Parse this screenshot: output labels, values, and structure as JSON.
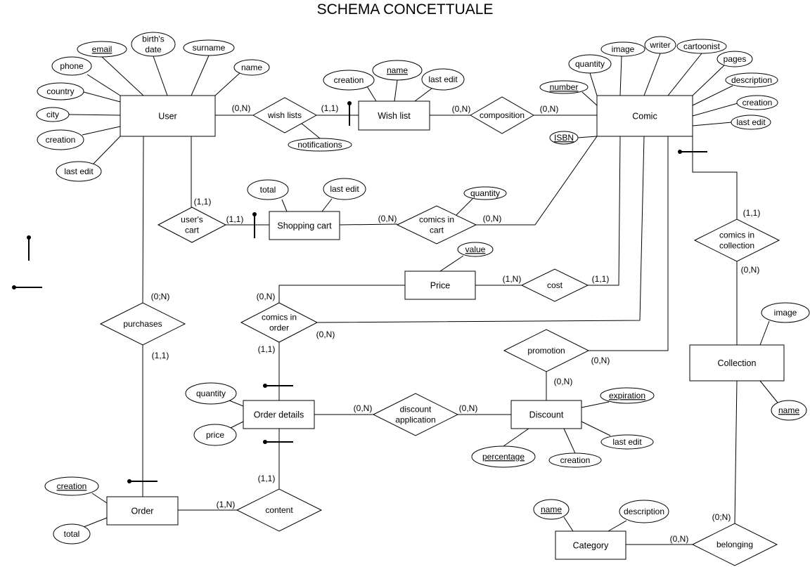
{
  "title": "SCHEMA CONCETTUALE",
  "entities": [
    {
      "id": "user",
      "label": "User"
    },
    {
      "id": "wishlist",
      "label": "Wish list"
    },
    {
      "id": "comic",
      "label": "Comic"
    },
    {
      "id": "shoppingcart",
      "label": "Shopping cart"
    },
    {
      "id": "price",
      "label": "Price"
    },
    {
      "id": "orderdetails",
      "label": "Order details"
    },
    {
      "id": "discount",
      "label": "Discount"
    },
    {
      "id": "order",
      "label": "Order"
    },
    {
      "id": "category",
      "label": "Category"
    },
    {
      "id": "collection",
      "label": "Collection"
    }
  ],
  "relationships": [
    {
      "id": "wishlists",
      "label": [
        "wish lists"
      ]
    },
    {
      "id": "composition",
      "label": [
        "composition"
      ]
    },
    {
      "id": "userscart",
      "label": [
        "user's",
        "cart"
      ]
    },
    {
      "id": "comicsincart",
      "label": [
        "comics in",
        "cart"
      ]
    },
    {
      "id": "cost",
      "label": [
        "cost"
      ]
    },
    {
      "id": "comicsinorder",
      "label": [
        "comics in",
        "order"
      ]
    },
    {
      "id": "purchases",
      "label": [
        "purchases"
      ]
    },
    {
      "id": "promotion",
      "label": [
        "promotion"
      ]
    },
    {
      "id": "discountapplication",
      "label": [
        "discount",
        "application"
      ]
    },
    {
      "id": "content",
      "label": [
        "content"
      ]
    },
    {
      "id": "comicsincollection",
      "label": [
        "comics in",
        "collection"
      ]
    },
    {
      "id": "belonging",
      "label": [
        "belonging"
      ]
    }
  ],
  "attributes": [
    {
      "id": "email",
      "label": [
        "email"
      ],
      "key": true
    },
    {
      "id": "birthsdate",
      "label": [
        "birth's",
        "date"
      ],
      "key": false
    },
    {
      "id": "surname",
      "label": [
        "surname"
      ],
      "key": false
    },
    {
      "id": "username",
      "label": [
        "name"
      ],
      "key": false
    },
    {
      "id": "phone",
      "label": [
        "phone"
      ],
      "key": false
    },
    {
      "id": "country",
      "label": [
        "country"
      ],
      "key": false
    },
    {
      "id": "city",
      "label": [
        "city"
      ],
      "key": false
    },
    {
      "id": "usercreation",
      "label": [
        "creation"
      ],
      "key": false
    },
    {
      "id": "userlastedit",
      "label": [
        "last edit"
      ],
      "key": false
    },
    {
      "id": "wlcreation",
      "label": [
        "creation"
      ],
      "key": false
    },
    {
      "id": "wlname",
      "label": [
        "name"
      ],
      "key": true
    },
    {
      "id": "wllastedit",
      "label": [
        "last edit"
      ],
      "key": false
    },
    {
      "id": "notifications",
      "label": [
        "notifications"
      ],
      "key": false
    },
    {
      "id": "comicquantity",
      "label": [
        "quantity"
      ],
      "key": false
    },
    {
      "id": "comicimage",
      "label": [
        "image"
      ],
      "key": false
    },
    {
      "id": "writer",
      "label": [
        "writer"
      ],
      "key": false
    },
    {
      "id": "cartoonist",
      "label": [
        "cartoonist"
      ],
      "key": false
    },
    {
      "id": "pages",
      "label": [
        "pages"
      ],
      "key": false
    },
    {
      "id": "comicdescription",
      "label": [
        "description"
      ],
      "key": false
    },
    {
      "id": "comiccreation",
      "label": [
        "creation"
      ],
      "key": false
    },
    {
      "id": "comiclastedit",
      "label": [
        "last edit"
      ],
      "key": false
    },
    {
      "id": "number",
      "label": [
        "number"
      ],
      "key": true
    },
    {
      "id": "isbn",
      "label": [
        "ISBN"
      ],
      "key": true
    },
    {
      "id": "carttotal",
      "label": [
        "total"
      ],
      "key": false
    },
    {
      "id": "cartlastedit",
      "label": [
        "last edit"
      ],
      "key": false
    },
    {
      "id": "cartquantity",
      "label": [
        "quantity"
      ],
      "key": false
    },
    {
      "id": "value",
      "label": [
        "value"
      ],
      "key": true
    },
    {
      "id": "odquantity",
      "label": [
        "quantity"
      ],
      "key": false
    },
    {
      "id": "odprice",
      "label": [
        "price"
      ],
      "key": false
    },
    {
      "id": "expiration",
      "label": [
        "expiration"
      ],
      "key": true
    },
    {
      "id": "percentage",
      "label": [
        "percentage"
      ],
      "key": true
    },
    {
      "id": "disccreation",
      "label": [
        "creation"
      ],
      "key": false
    },
    {
      "id": "disclastedit",
      "label": [
        "last edit"
      ],
      "key": false
    },
    {
      "id": "ordercreation",
      "label": [
        "creation"
      ],
      "key": true
    },
    {
      "id": "ordertotal",
      "label": [
        "total"
      ],
      "key": false
    },
    {
      "id": "catname",
      "label": [
        "name"
      ],
      "key": true
    },
    {
      "id": "catdescription",
      "label": [
        "description"
      ],
      "key": false
    },
    {
      "id": "collimage",
      "label": [
        "image"
      ],
      "key": false
    },
    {
      "id": "collname",
      "label": [
        "name"
      ],
      "key": true
    }
  ],
  "cardinalities": {
    "user_wishlists": "(0,N)",
    "wishlist_wishlists": "(1,1)",
    "wishlist_composition": "(0,N)",
    "comic_composition": "(0,N)",
    "user_userscart": "(1,1)",
    "cart_userscart": "(1,1)",
    "cart_comicsincart": "(0,N)",
    "comic_comicsincart": "(0,N)",
    "price_cost": "(1,N)",
    "comic_cost": "(1,1)",
    "price_comicsinorder": "(0,N)",
    "comic_comicsinorder": "(0,N)",
    "od_comicsinorder": "(1,1)",
    "user_purchases": "(0;N)",
    "order_purchases": "(1,1)",
    "comic_promotion": "(0,N)",
    "discount_promotion": "(0,N)",
    "od_discountapplication": "(0,N)",
    "discount_discountapplication": "(0,N)",
    "od_content": "(1,1)",
    "order_content": "(1,N)",
    "comic_comicsincollection": "(1,1)",
    "collection_comicsincollection": "(0,N)",
    "collection_belonging": "(0;N)",
    "category_belonging": "(0,N)"
  }
}
